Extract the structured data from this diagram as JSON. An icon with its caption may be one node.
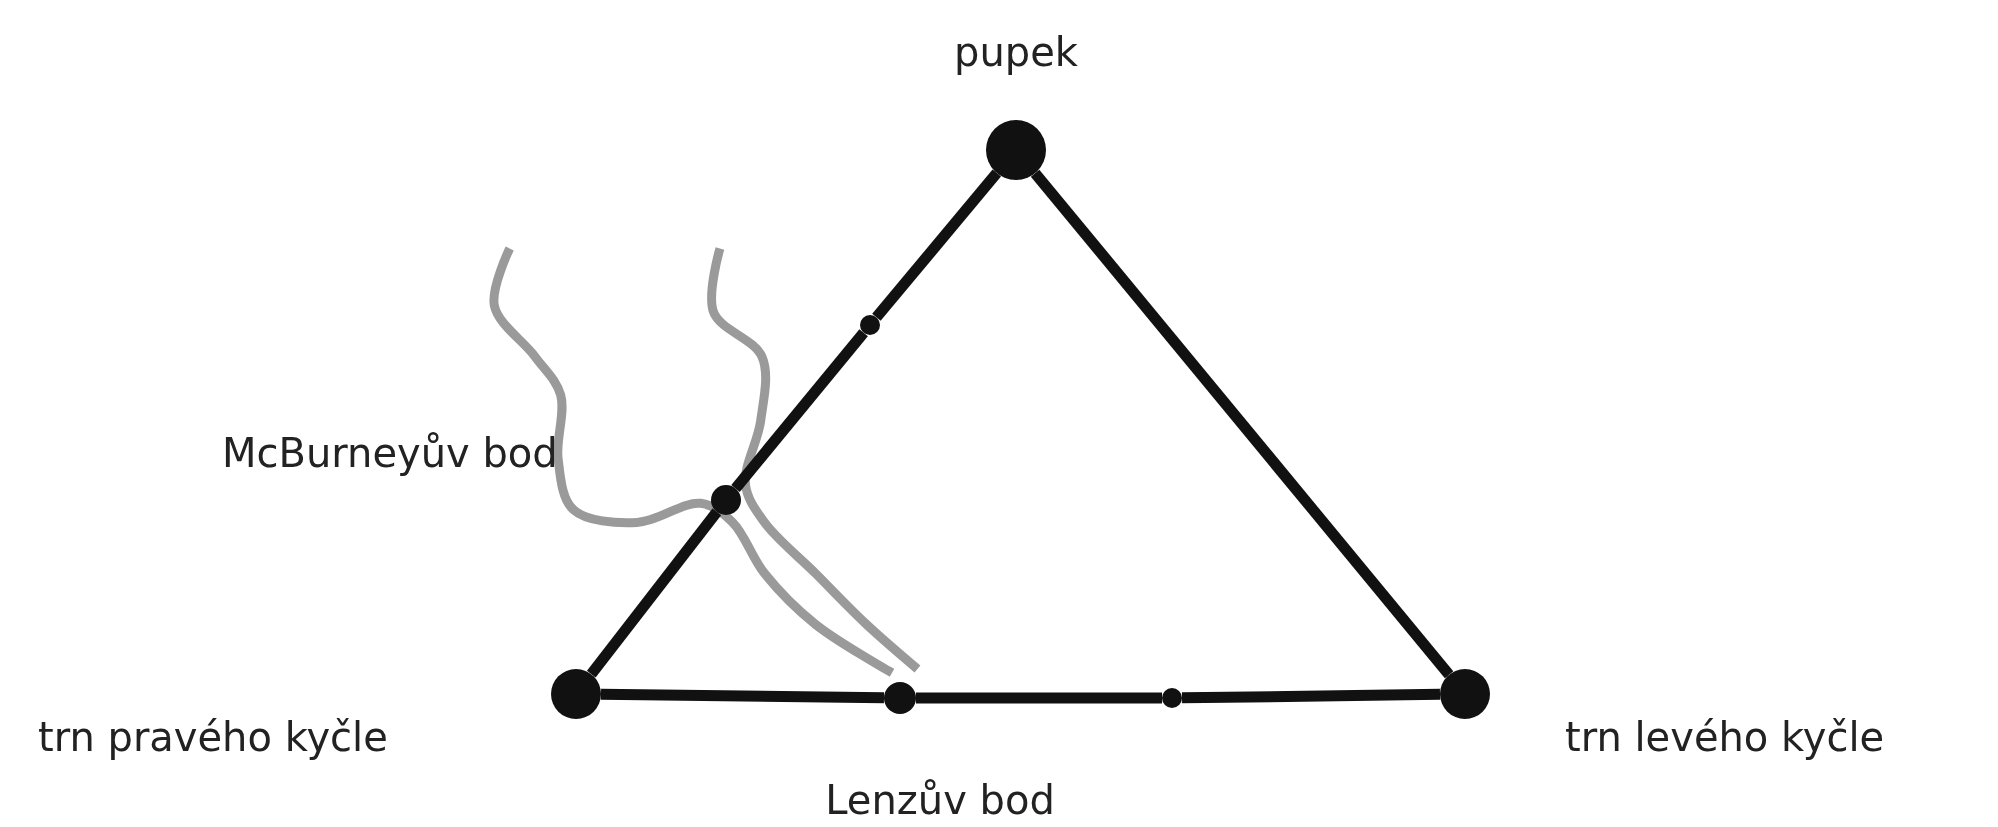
{
  "diagram": {
    "nodes": [
      {
        "text": [
          "pupek"
        ]
      },
      {
        "text": [
          "McBurneyův bod"
        ]
      },
      {
        "text": [
          "trn pravého kyčle"
        ]
      },
      {
        "text": [
          "Lenzův bod"
        ]
      },
      {
        "text": [
          "trn levého kyčle"
        ]
      },
      {
        "text": [],
        "shape": "circle"
      },
      {
        "text": [],
        "shape": "circle"
      }
    ],
    "edges": [
      {
        "from": 2,
        "to": 1,
        "arrow": "none"
      },
      {
        "from": 1,
        "to": 5,
        "arrow": "none"
      },
      {
        "from": 5,
        "to": 0,
        "arrow": "none"
      },
      {
        "from": 0,
        "to": 4,
        "arrow": "none"
      },
      {
        "from": 2,
        "to": 3,
        "arrow": "none"
      },
      {
        "from": 3,
        "to": 6,
        "arrow": "none"
      },
      {
        "from": 6,
        "to": 4,
        "arrow": "none"
      }
    ]
  }
}
